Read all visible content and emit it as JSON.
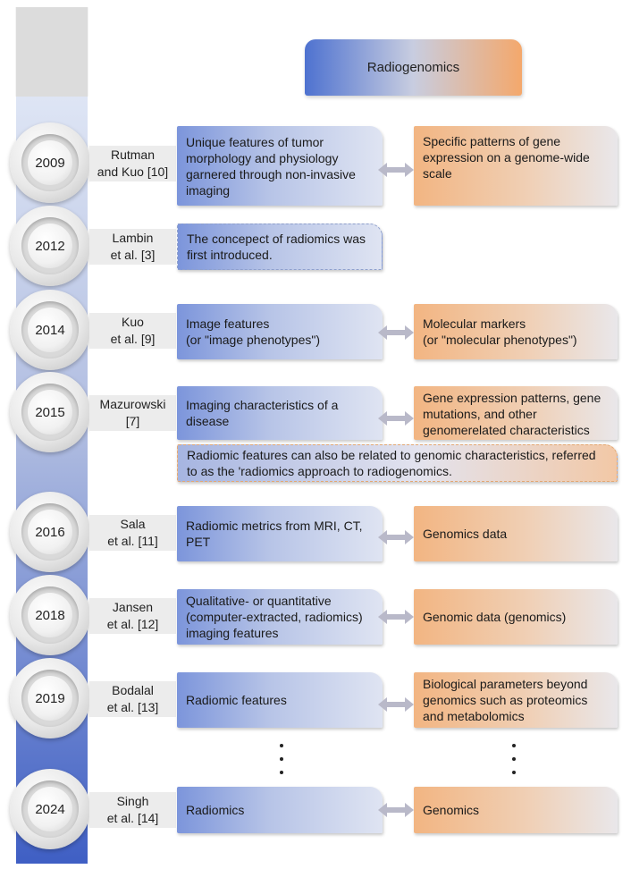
{
  "header": {
    "title": "Radiogenomics"
  },
  "entries": [
    {
      "year": "2009",
      "author": [
        "Rutman",
        "and Kuo [10]"
      ],
      "imaging": "Unique features of tumor morphology and physiology garnered through non-invasive imaging",
      "genomic": "Specific patterns of gene expression on a genome-wide scale"
    },
    {
      "year": "2012",
      "author": [
        "Lambin",
        "et al. [3]"
      ],
      "imaging": "The concepect of radiomics was first introduced."
    },
    {
      "year": "2014",
      "author": [
        "Kuo",
        "et al. [9]"
      ],
      "imaging": "Image features\n(or \"image phenotypes\")",
      "genomic": "Molecular markers\n(or \"molecular phenotypes\")"
    },
    {
      "year": "2015",
      "author": [
        "Mazurowski",
        "[7]"
      ],
      "imaging": "Imaging characteristics of a disease",
      "genomic": "Gene expression patterns, gene mutations, and other genomerelated characteristics",
      "note": "Radiomic features can also be related to genomic characteristics, referred to as the 'radiomics approach to radiogenomics."
    },
    {
      "year": "2016",
      "author": [
        "Sala",
        "et al. [11]"
      ],
      "imaging": "Radiomic metrics from MRI, CT, PET",
      "genomic": "Genomics data"
    },
    {
      "year": "2018",
      "author": [
        "Jansen",
        "et al. [12]"
      ],
      "imaging": "Qualitative- or quantitative (computer-extracted, radiomics) imaging features",
      "genomic": "Genomic data (genomics)"
    },
    {
      "year": "2019",
      "author": [
        "Bodalal",
        "et al. [13]"
      ],
      "imaging": "Radiomic features",
      "genomic": "Biological parameters beyond genomics such as proteomics and metabolomics"
    },
    {
      "year": "2024",
      "author": [
        "Singh",
        "et al. [14]"
      ],
      "imaging": "Radiomics",
      "genomic": "Genomics"
    }
  ],
  "colors": {
    "bar_top": "#dfe6f5",
    "bar_bottom": "#3f5fc4",
    "imaging": "#7c95db",
    "genomic": "#f2b582",
    "arrow": "#b9b9c9"
  }
}
